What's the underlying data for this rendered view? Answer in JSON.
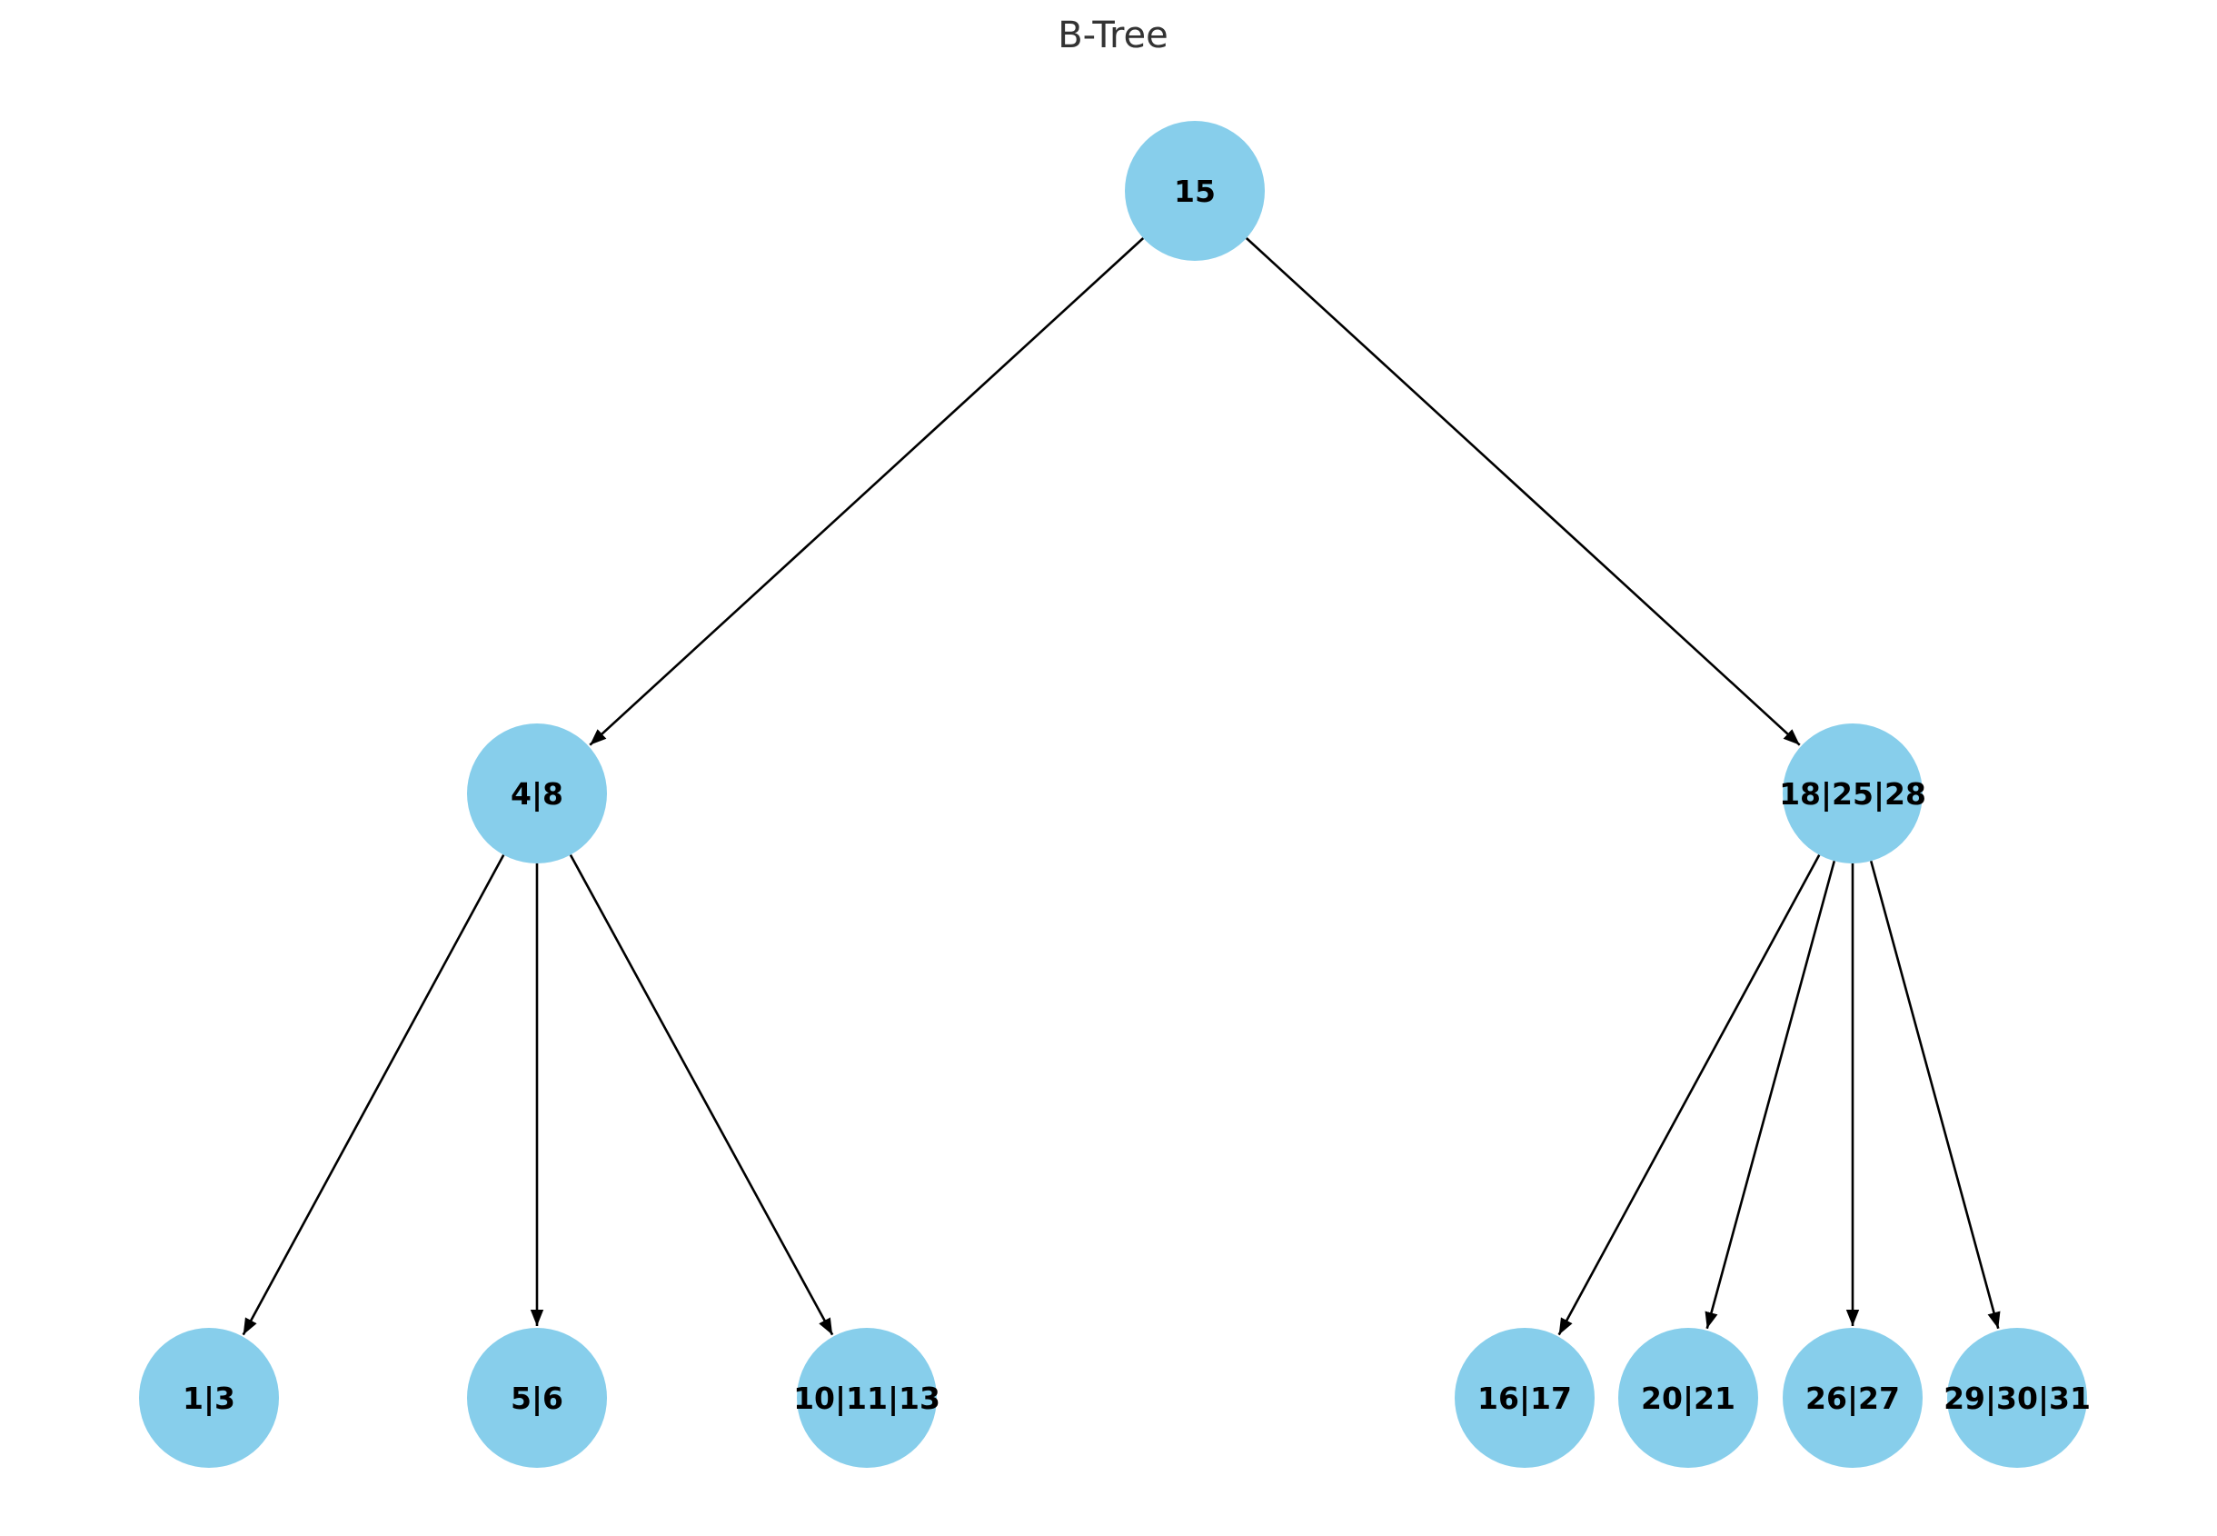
{
  "title": "B-Tree",
  "colors": {
    "node_fill": "#87CEEB",
    "edge": "#000000",
    "label": "#000000"
  },
  "nodes": [
    {
      "id": "n15",
      "label": "15"
    },
    {
      "id": "n4_8",
      "label": "4|8"
    },
    {
      "id": "n18_25_28",
      "label": "18|25|28"
    },
    {
      "id": "n1_3",
      "label": "1|3"
    },
    {
      "id": "n5_6",
      "label": "5|6"
    },
    {
      "id": "n10_11_13",
      "label": "10|11|13"
    },
    {
      "id": "n16_17",
      "label": "16|17"
    },
    {
      "id": "n20_21",
      "label": "20|21"
    },
    {
      "id": "n26_27",
      "label": "26|27"
    },
    {
      "id": "n29_30_31",
      "label": "29|30|31"
    }
  ],
  "edges": [
    {
      "from": "n15",
      "to": "n4_8"
    },
    {
      "from": "n15",
      "to": "n18_25_28"
    },
    {
      "from": "n4_8",
      "to": "n1_3"
    },
    {
      "from": "n4_8",
      "to": "n5_6"
    },
    {
      "from": "n4_8",
      "to": "n10_11_13"
    },
    {
      "from": "n18_25_28",
      "to": "n16_17"
    },
    {
      "from": "n18_25_28",
      "to": "n20_21"
    },
    {
      "from": "n18_25_28",
      "to": "n26_27"
    },
    {
      "from": "n18_25_28",
      "to": "n29_30_31"
    }
  ]
}
